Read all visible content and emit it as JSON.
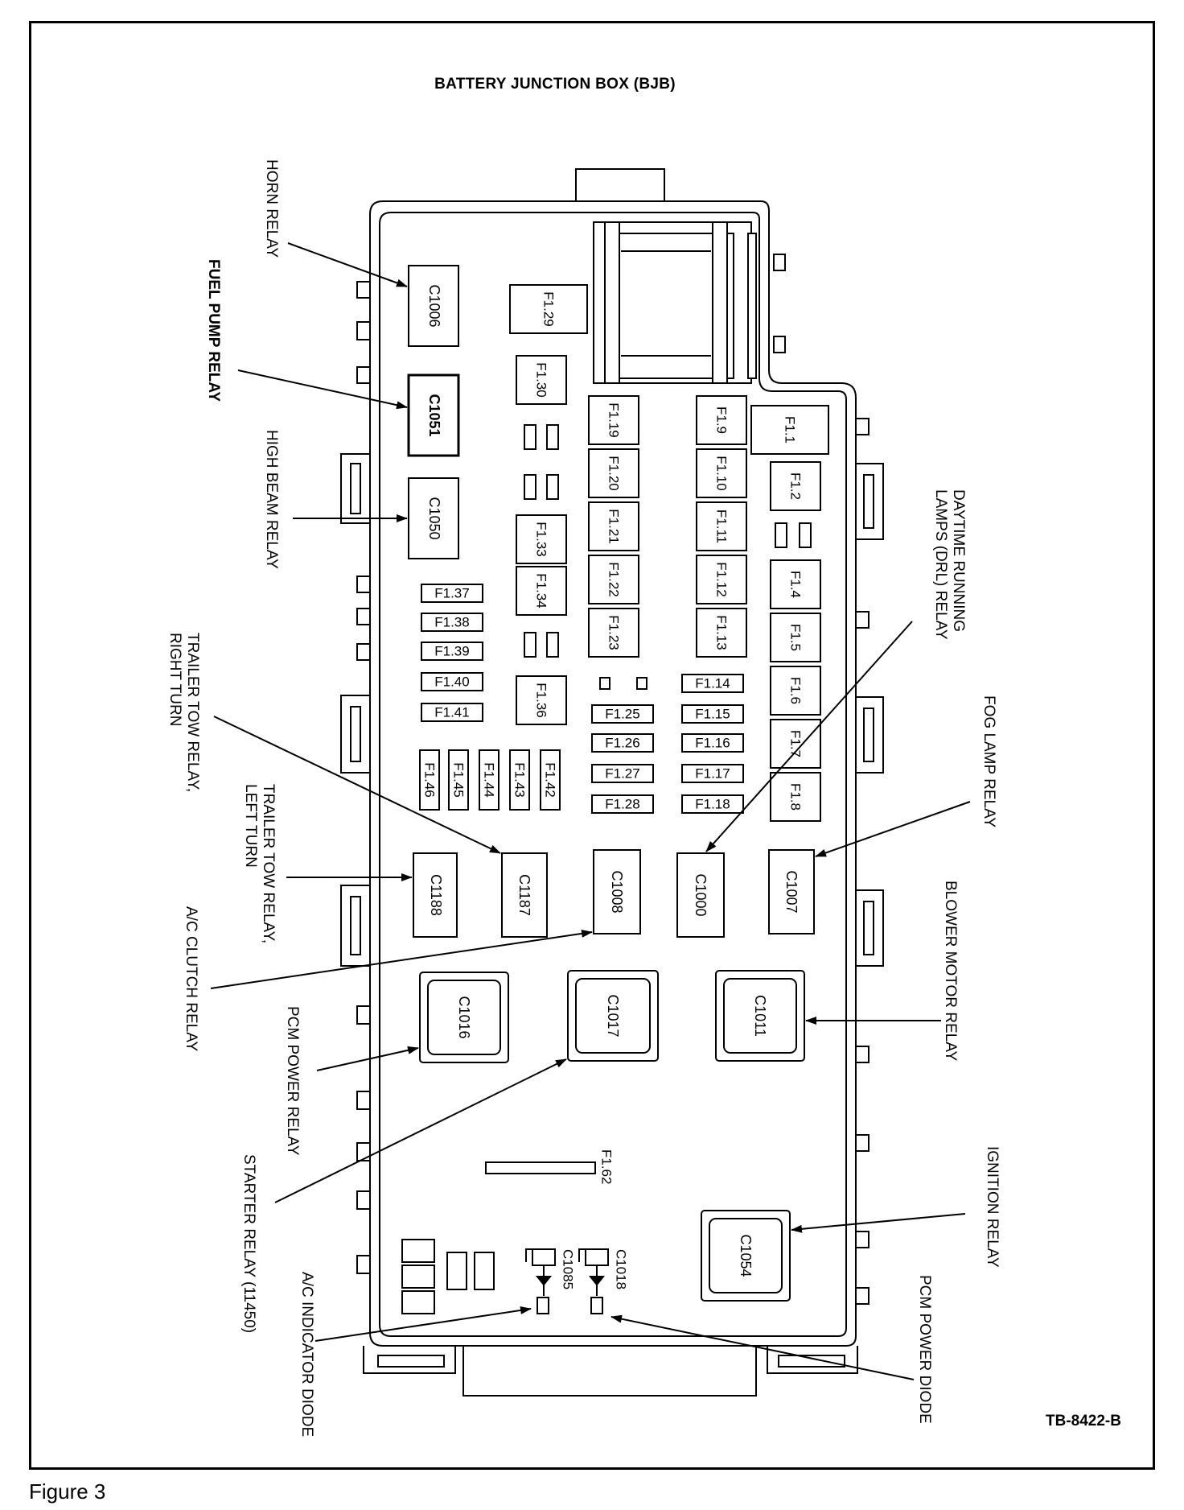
{
  "title": "BATTERY JUNCTION BOX (BJB)",
  "drawing_code": "TB-8422-B",
  "caption": "Figure 3",
  "callouts": {
    "horn_relay": "HORN RELAY",
    "fuel_pump_relay": "FUEL PUMP RELAY",
    "high_beam_relay": "HIGH BEAM RELAY",
    "trailer_tow_right_1": "TRAILER TOW RELAY,",
    "trailer_tow_right_2": "RIGHT TURN",
    "trailer_tow_left_1": "TRAILER TOW RELAY,",
    "trailer_tow_left_2": "LEFT TURN",
    "ac_clutch_relay": "A/C CLUTCH RELAY",
    "pcm_power_relay": "PCM POWER RELAY",
    "starter_relay": "STARTER RELAY (11450)",
    "ac_indicator_diode": "A/C INDICATOR DIODE",
    "drl_relay_1": "DAYTIME RUNNING",
    "drl_relay_2": "LAMPS (DRL) RELAY",
    "fog_lamp_relay": "FOG LAMP RELAY",
    "blower_motor_relay": "BLOWER MOTOR RELAY",
    "ignition_relay": "IGNITION RELAY",
    "pcm_power_diode": "PCM POWER DIODE"
  },
  "relays": {
    "c1006": "C1006",
    "c1051": "C1051",
    "c1050": "C1050",
    "c1188": "C1188",
    "c1187": "C1187",
    "c1008": "C1008",
    "c1000": "C1000",
    "c1007": "C1007",
    "c1016": "C1016",
    "c1017": "C1017",
    "c1011": "C1011",
    "c1054": "C1054",
    "c1085": "C1085",
    "c1018": "C1018"
  },
  "fuses": {
    "f1_1": "F1.1",
    "f1_2": "F1.2",
    "f1_4": "F1.4",
    "f1_5": "F1.5",
    "f1_6": "F1.6",
    "f1_7": "F1.7",
    "f1_8": "F1.8",
    "f1_9": "F1.9",
    "f1_10": "F1.10",
    "f1_11": "F1.11",
    "f1_12": "F1.12",
    "f1_13": "F1.13",
    "f1_14": "F1.14",
    "f1_15": "F1.15",
    "f1_16": "F1.16",
    "f1_17": "F1.17",
    "f1_18": "F1.18",
    "f1_19": "F1.19",
    "f1_20": "F1.20",
    "f1_21": "F1.21",
    "f1_22": "F1.22",
    "f1_23": "F1.23",
    "f1_25": "F1.25",
    "f1_26": "F1.26",
    "f1_27": "F1.27",
    "f1_28": "F1.28",
    "f1_29": "F1.29",
    "f1_30": "F1.30",
    "f1_33": "F1.33",
    "f1_34": "F1.34",
    "f1_36": "F1.36",
    "f1_37": "F1.37",
    "f1_38": "F1.38",
    "f1_39": "F1.39",
    "f1_40": "F1.40",
    "f1_41": "F1.41",
    "f1_42": "F1.42",
    "f1_43": "F1.43",
    "f1_44": "F1.44",
    "f1_45": "F1.45",
    "f1_46": "F1.46",
    "f1_62": "F1.62"
  }
}
